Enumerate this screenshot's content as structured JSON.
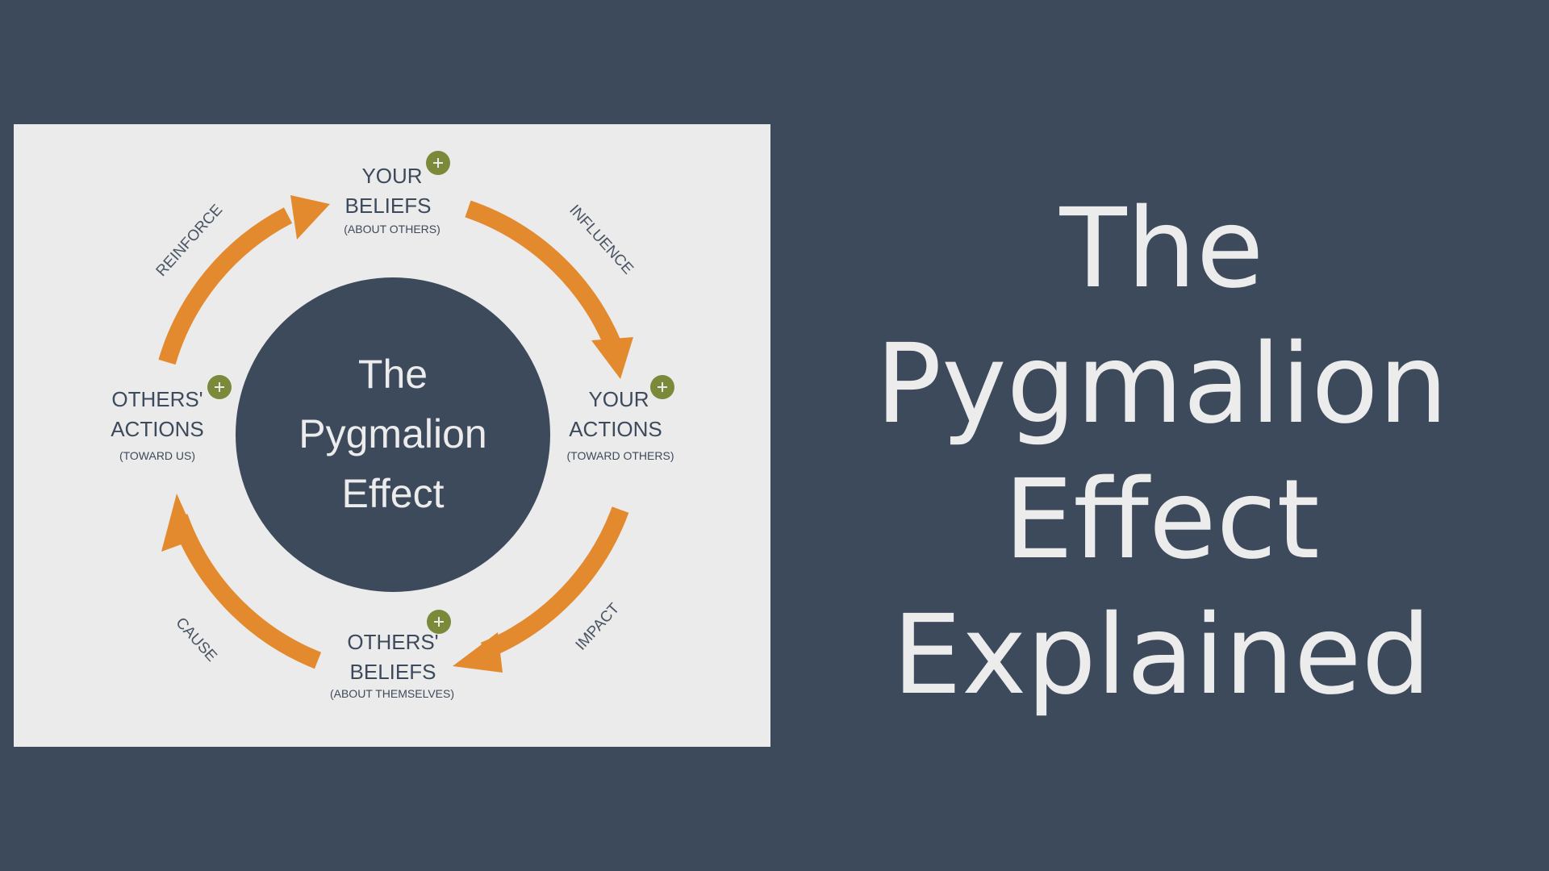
{
  "colors": {
    "background": "#3c4a5b",
    "card": "#ebebeb",
    "circle": "#3c4a5b",
    "arrow": "#e48a2e",
    "plus_badge": "#7a8a3a",
    "node_text": "#3c4a5b",
    "title_text": "#ececec"
  },
  "diagram": {
    "center": {
      "line1": "The",
      "line2": "Pygmalion",
      "line3": "Effect"
    },
    "nodes": {
      "top": {
        "line1": "YOUR",
        "line2": "BELIEFS",
        "sub": "(ABOUT OTHERS)"
      },
      "right": {
        "line1": "YOUR",
        "line2": "ACTIONS",
        "sub": "(TOWARD OTHERS)"
      },
      "bottom": {
        "line1": "OTHERS'",
        "line2": "BELIEFS",
        "sub": "(ABOUT THEMSELVES)"
      },
      "left": {
        "line1": "OTHERS'",
        "line2": "ACTIONS",
        "sub": "(TOWARD US)"
      }
    },
    "plus_icon": "plus-icon",
    "arrow_labels": {
      "top_left": "REINFORCE",
      "top_right": "INFLUENCE",
      "bottom_right": "IMPACT",
      "bottom_left": "CAUSE"
    }
  },
  "heading": {
    "line1": "The",
    "line2": "Pygmalion",
    "line3": "Effect",
    "line4": "Explained"
  }
}
